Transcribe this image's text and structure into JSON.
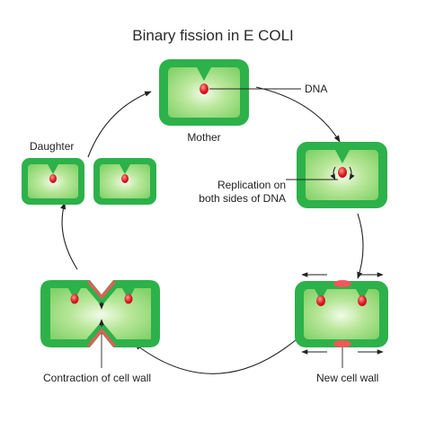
{
  "title": "Binary fission in E COLI",
  "labels": {
    "dna": "DNA",
    "mother": "Mother",
    "daughter": "Daughter",
    "replication_line1": "Replication on",
    "replication_line2": "both sides of DNA",
    "contraction": "Contraction of cell wall",
    "new_cell_wall": "New cell wall"
  },
  "colors": {
    "cell_wall": "#2db14a",
    "cytoplasm": "#8fd870",
    "cytoplasm_center": "#e9f8d9",
    "dna": "#e11c24",
    "new_wall": "#f0585a",
    "arrow": "#222222"
  },
  "stages": [
    "Mother",
    "Replication on both sides of DNA",
    "New cell wall",
    "Contraction of cell wall",
    "Daughter"
  ]
}
